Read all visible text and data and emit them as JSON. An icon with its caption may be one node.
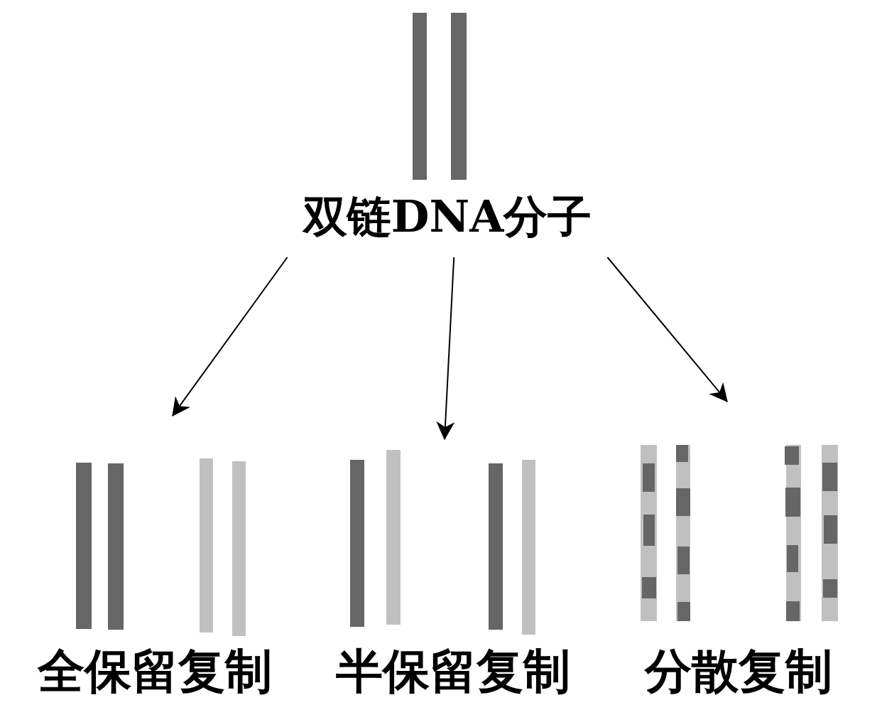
{
  "diagram": {
    "nodes": [
      {
        "text": [
          "双链DNA分子"
        ]
      },
      {
        "text": [
          "全保留复制"
        ]
      },
      {
        "text": [
          "半保留复制"
        ]
      },
      {
        "text": [
          "分散复制"
        ]
      }
    ],
    "edges": [
      {
        "from": 0,
        "to": 1,
        "arrow": "to"
      },
      {
        "from": 0,
        "to": 2,
        "arrow": "to"
      },
      {
        "from": 0,
        "to": 3,
        "arrow": "to"
      }
    ]
  }
}
